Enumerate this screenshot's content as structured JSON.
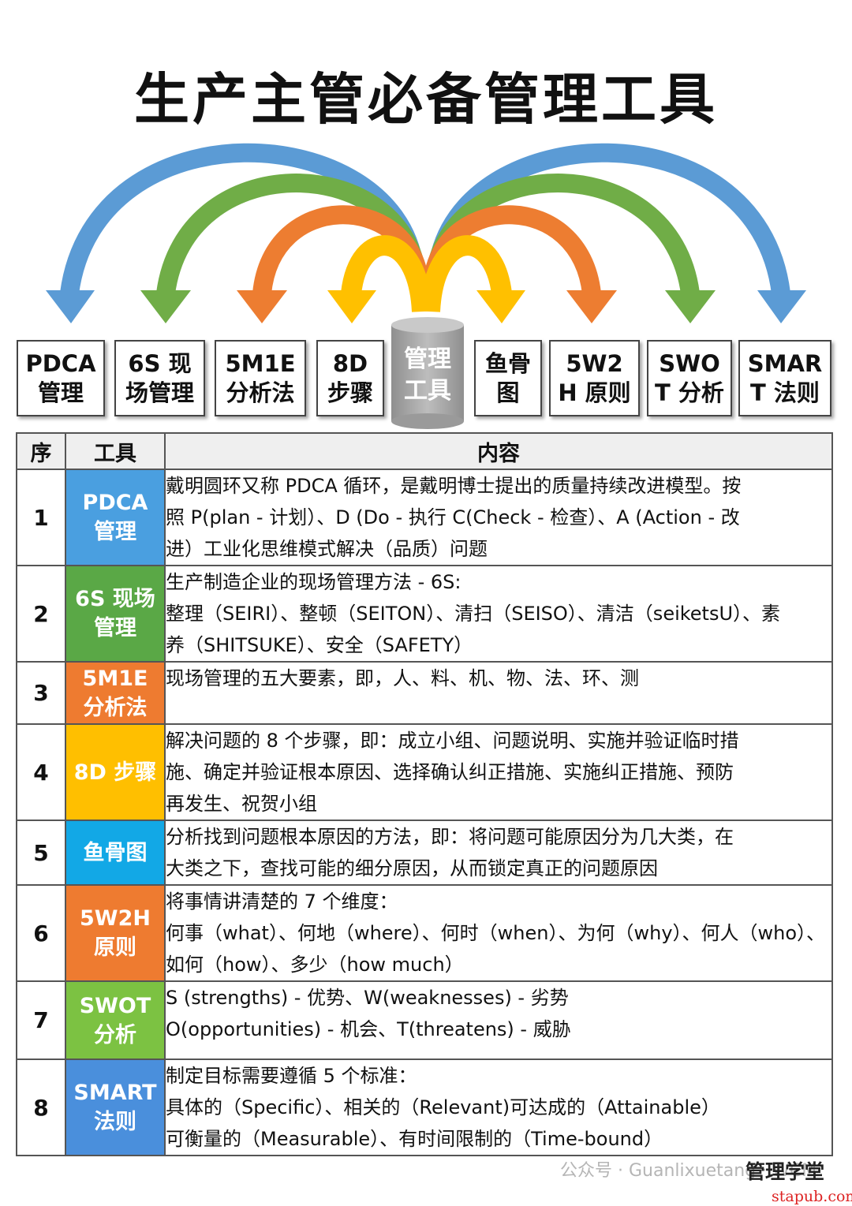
{
  "title": "生产主管必备管理工具",
  "center": {
    "label": "管理\n工具",
    "color": "#a6a6a6"
  },
  "tools": [
    {
      "label": "PDCA\n管理"
    },
    {
      "label": "6S 现\n场管理"
    },
    {
      "label": "5M1E\n分析法"
    },
    {
      "label": "8D\n步骤"
    },
    {
      "label": "鱼骨\n图"
    },
    {
      "label": "5W2\nH 原则"
    },
    {
      "label": "SWO\nT 分析"
    },
    {
      "label": "SMAR\nT 法则"
    }
  ],
  "arc_colors": {
    "blue": "#5b9bd5",
    "green": "#70ad47",
    "orange": "#ed7d31",
    "yellow": "#ffc000"
  },
  "table": {
    "headers": {
      "seq": "序",
      "tool": "工具",
      "content": "内容"
    },
    "rows": [
      {
        "seq": "1",
        "tool": "PDCA\n管理",
        "color": "#4a9fe0",
        "content": "戴明圆环又称 PDCA 循环，是戴明博士提出的质量持续改进模型。按\n照 P(plan - 计划）、D (Do - 执行 C(Check - 检查）、A (Action - 改\n进）工业化思维模式解决（品质）问题"
      },
      {
        "seq": "2",
        "tool": "6S 现场\n管理",
        "color": "#5aa846",
        "content": "生产制造企业的现场管理方法 - 6S:\n整理（SEIRI）、整顿（SEITON）、清扫（SEISO）、清洁（seiketsU）、素\n养（SHITSUKE）、安全（SAFETY）"
      },
      {
        "seq": "3",
        "tool": "5M1E\n分析法",
        "color": "#ee7b30",
        "content": "现场管理的五大要素，即，人、料、机、物、法、环、测"
      },
      {
        "seq": "4",
        "tool": "8D 步骤",
        "color": "#ffbf00",
        "content": "解决问题的 8 个步骤，即：成立小组、问题说明、实施并验证临时措\n施、确定并验证根本原因、选择确认纠正措施、实施纠正措施、预防\n再发生、祝贺小组"
      },
      {
        "seq": "5",
        "tool": "鱼骨图",
        "color": "#12a8e6",
        "content": "分析找到问题根本原因的方法，即：将问题可能原因分为几大类，在\n大类之下，查找可能的细分原因，从而锁定真正的问题原因"
      },
      {
        "seq": "6",
        "tool": "5W2H\n原则",
        "color": "#ee7b30",
        "content": "将事情讲清楚的 7 个维度：\n何事（what）、何地（where）、何时（when）、为何（why）、何人（who）、\n如何（how）、多少（how much）"
      },
      {
        "seq": "7",
        "tool": "SWOT\n分析",
        "color": "#7cc242",
        "content": "S (strengths) - 优势、W(weaknesses) - 劣势\nO(opportunities) - 机会、T(threatens) - 威胁"
      },
      {
        "seq": "8",
        "tool": "SMART\n法则",
        "color": "#4a8fdc",
        "content": "制定目标需要遵循 5 个标准：\n具体的（Specific）、相关的（Relevant)可达成的（Attainable）\n可衡量的（Measurable）、有时间限制的（Time-bound）"
      }
    ]
  },
  "watermark": {
    "text": "公众号 · Guanlixuetang · WCM",
    "brand": "管理学堂",
    "site": "stapub.com"
  }
}
